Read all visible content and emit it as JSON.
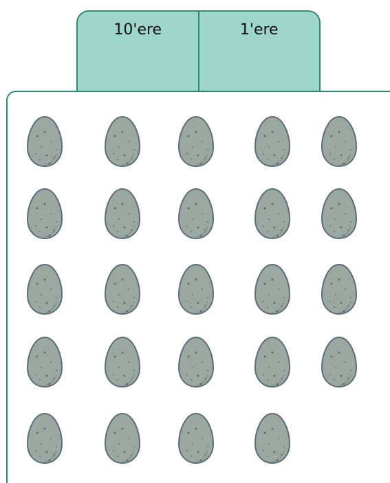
{
  "place_value_header": {
    "columns": [
      {
        "label": "10'ere"
      },
      {
        "label": "1'ere"
      }
    ]
  },
  "eggs": {
    "count": 24,
    "rows": [
      5,
      5,
      5,
      5,
      4
    ],
    "icon": "speckled-egg-icon",
    "fill_color": "#9aa8a1",
    "outline_color": "#5d6e77",
    "speckle_color": "#4b4f4e"
  }
}
